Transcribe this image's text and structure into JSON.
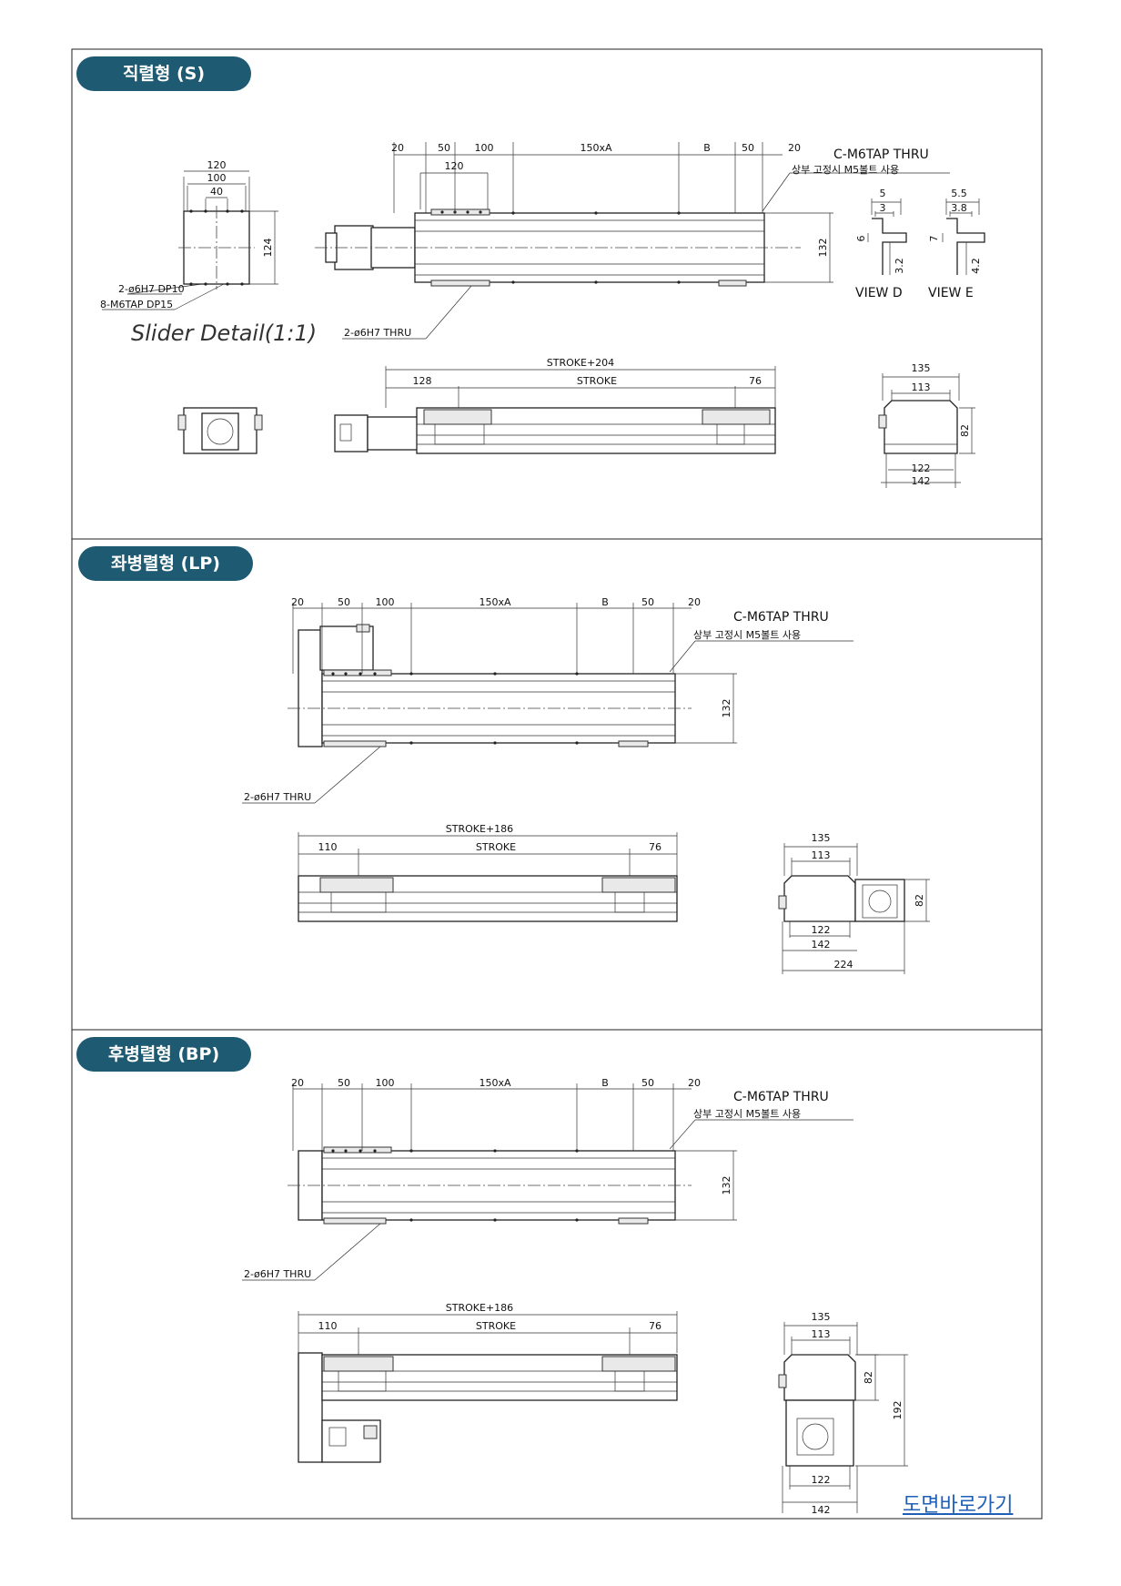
{
  "sections": {
    "s": {
      "title": "직렬형 (S)"
    },
    "lp": {
      "title": "좌병렬형 (LP)"
    },
    "bp": {
      "title": "후병렬형 (BP)"
    }
  },
  "s": {
    "top_dims": [
      "20",
      "50",
      "100",
      "150xA",
      "B",
      "50",
      "20"
    ],
    "sub_dim": "120",
    "note1": "C-M6TAP THRU",
    "note2": "상부 고정시 M5볼트 사용",
    "height": "132",
    "thru_note": "2-ø6H7 THRU",
    "slider": {
      "w120": "120",
      "w100": "100",
      "w40": "40",
      "h": "124",
      "note_a": "2-ø6H7 DP10",
      "note_b": "8-M6TAP DP15",
      "caption": "Slider Detail(1:1)"
    },
    "view_d": {
      "label": "VIEW D",
      "d5": "5",
      "d3": "3",
      "d6": "6",
      "d32": "3.2"
    },
    "view_e": {
      "label": "VIEW E",
      "d55": "5.5",
      "d38": "3.8",
      "d7": "7",
      "d42": "4.2"
    },
    "side": {
      "total": "STROKE+204",
      "left": "128",
      "stroke": "STROKE",
      "right": "76"
    },
    "end": {
      "w135": "135",
      "w113": "113",
      "w122": "122",
      "w142": "142",
      "h82": "82"
    }
  },
  "lp": {
    "top_dims": [
      "20",
      "50",
      "100",
      "150xA",
      "B",
      "50",
      "20"
    ],
    "note1": "C-M6TAP THRU",
    "note2": "상부 고정시 M5볼트 사용",
    "height": "132",
    "thru_note": "2-ø6H7 THRU",
    "side": {
      "total": "STROKE+186",
      "left": "110",
      "stroke": "STROKE",
      "right": "76"
    },
    "end": {
      "w135": "135",
      "w113": "113",
      "w122": "122",
      "w142": "142",
      "w224": "224",
      "h82": "82"
    }
  },
  "bp": {
    "top_dims": [
      "20",
      "50",
      "100",
      "150xA",
      "B",
      "50",
      "20"
    ],
    "note1": "C-M6TAP THRU",
    "note2": "상부 고정시 M5볼트 사용",
    "height": "132",
    "thru_note": "2-ø6H7 THRU",
    "side": {
      "total": "STROKE+186",
      "left": "110",
      "stroke": "STROKE",
      "right": "76"
    },
    "end": {
      "w135": "135",
      "w113": "113",
      "w122": "122",
      "w142": "142",
      "h82": "82",
      "h192": "192"
    }
  },
  "link": {
    "label": "도면바로가기"
  },
  "colors": {
    "tab": "#1e5a72",
    "link": "#1f5fb5",
    "line": "#222222"
  }
}
